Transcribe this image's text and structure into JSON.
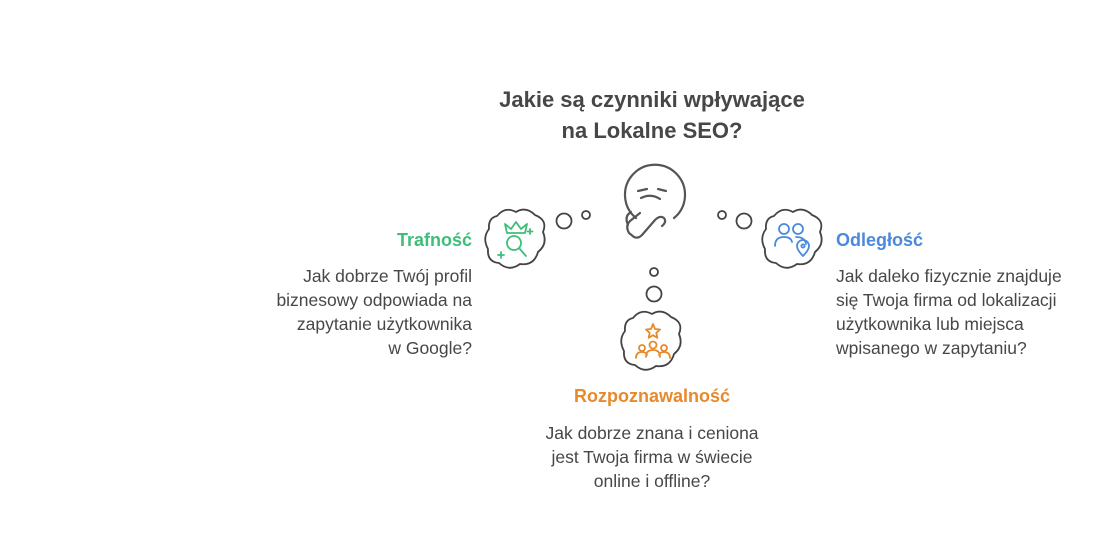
{
  "title": {
    "line1": "Jakie są czynniki wpływające",
    "line2": "na Lokalne SEO?"
  },
  "factors": [
    {
      "name": "Trafność",
      "color": "#3fbe7a",
      "icon": "crown-magnifier-icon",
      "description": [
        "Jak dobrze Twój profil",
        "biznesowy odpowiada na",
        "zapytanie użytkownika ",
        "w Google?"
      ]
    },
    {
      "name": "Odległość",
      "color": "#4a89dc",
      "icon": "people-location-pin-icon",
      "description": [
        "Jak daleko fizycznie znajduje",
        "się Twoja firma od lokalizacji",
        "użytkownika lub miejsca",
        "wpisanego w zapytaniu?"
      ]
    },
    {
      "name": "Rozpoznawalność",
      "color": "#e8892b",
      "icon": "star-group-icon",
      "description": [
        "Jak dobrze znana i ceniona",
        "jest Twoja firma w świecie",
        "online i offline?"
      ]
    }
  ],
  "center_icon": "thinking-face-icon"
}
